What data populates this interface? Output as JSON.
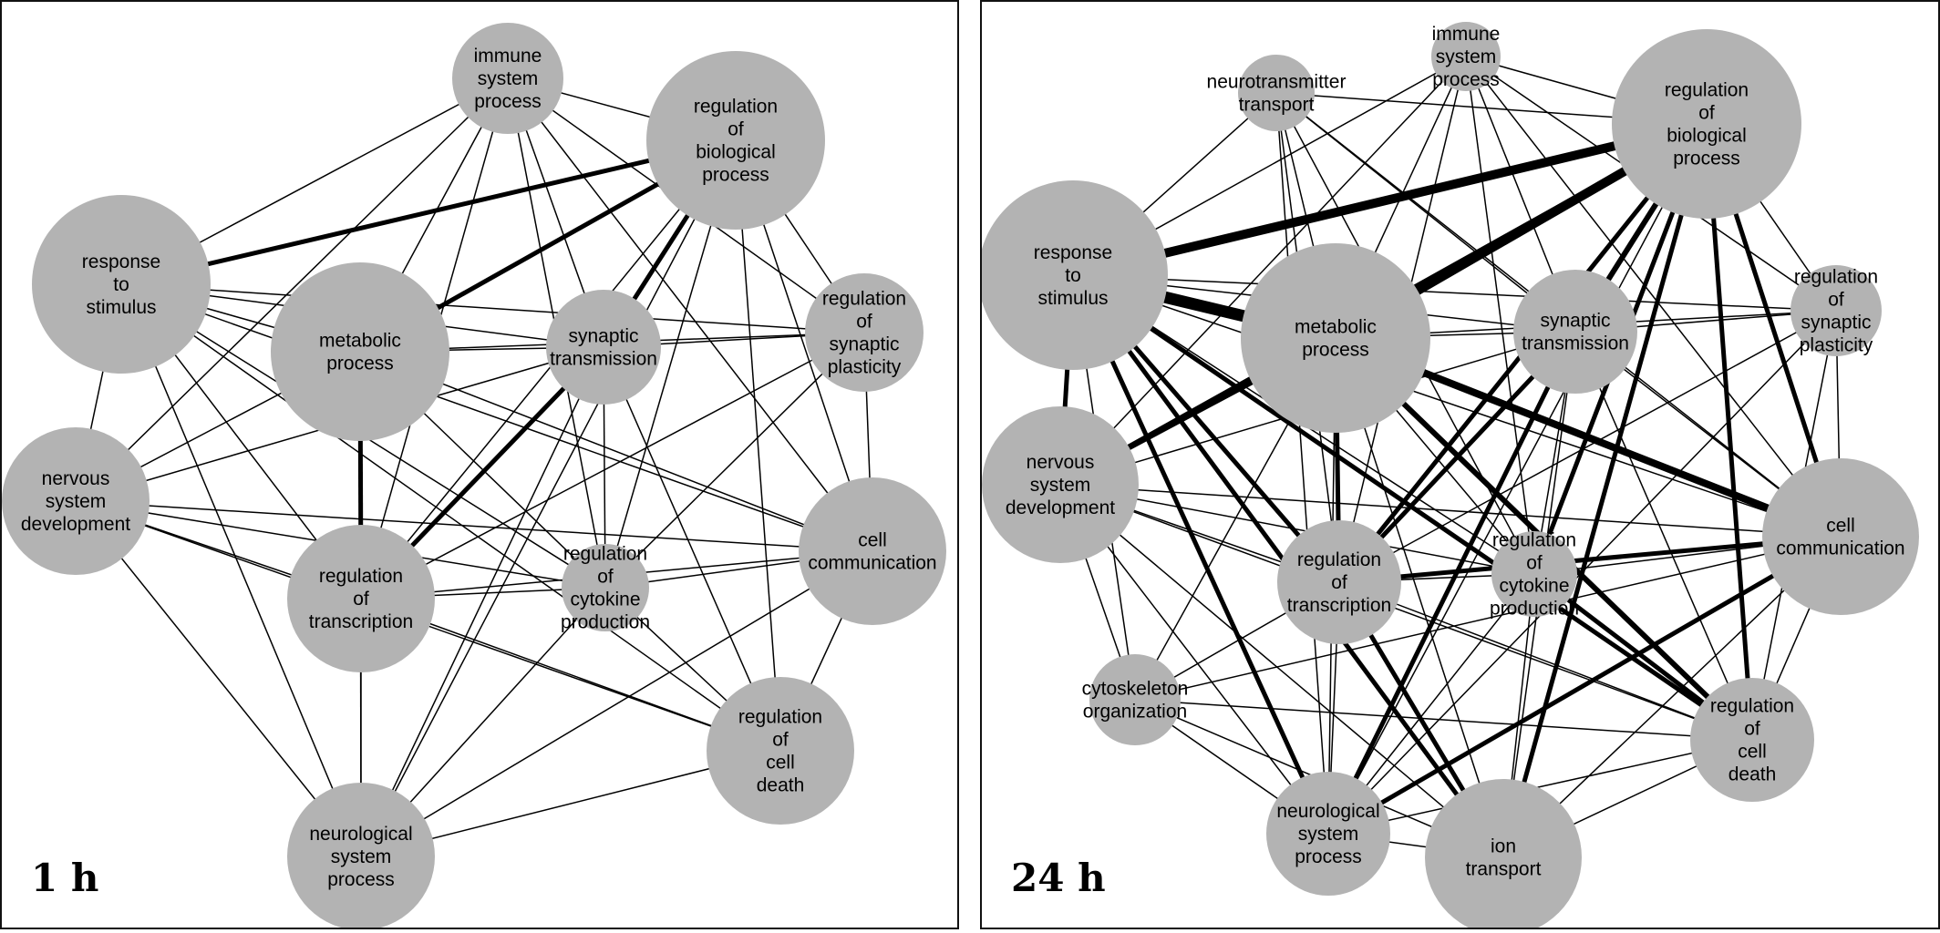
{
  "colors": {
    "node": "#b3b3b3",
    "edge": "#000000",
    "background": "#ffffff"
  },
  "panels": [
    {
      "id": "1h",
      "label": "1 h",
      "nodes": [
        {
          "id": "immune",
          "lines": [
            "immune",
            "system",
            "process"
          ]
        },
        {
          "id": "regbio",
          "lines": [
            "regulation",
            "of",
            "biological",
            "process"
          ]
        },
        {
          "id": "response",
          "lines": [
            "response",
            "to",
            "stimulus"
          ]
        },
        {
          "id": "metabolic",
          "lines": [
            "metabolic",
            "process"
          ]
        },
        {
          "id": "synaptic",
          "lines": [
            "synaptic",
            "transmission"
          ]
        },
        {
          "id": "regsyn",
          "lines": [
            "regulation",
            "of",
            "synaptic",
            "plasticity"
          ]
        },
        {
          "id": "nervous",
          "lines": [
            "nervous",
            "system",
            "development"
          ]
        },
        {
          "id": "regtrans",
          "lines": [
            "regulation",
            "of",
            "transcription"
          ]
        },
        {
          "id": "regcyto",
          "lines": [
            "regulation",
            "of",
            "cytokine",
            "production"
          ]
        },
        {
          "id": "cellcomm",
          "lines": [
            "cell",
            "communication"
          ]
        },
        {
          "id": "regdeath",
          "lines": [
            "regulation",
            "of",
            "cell",
            "death"
          ]
        },
        {
          "id": "neuro",
          "lines": [
            "neurological",
            "system",
            "process"
          ]
        }
      ]
    },
    {
      "id": "24h",
      "label": "24 h",
      "nodes": [
        {
          "id": "neurotrans",
          "lines": [
            "neurotransmitter",
            "transport"
          ]
        },
        {
          "id": "immune",
          "lines": [
            "immune",
            "system",
            "process"
          ]
        },
        {
          "id": "regbio",
          "lines": [
            "regulation",
            "of",
            "biological",
            "process"
          ]
        },
        {
          "id": "response",
          "lines": [
            "response",
            "to",
            "stimulus"
          ]
        },
        {
          "id": "metabolic",
          "lines": [
            "metabolic",
            "process"
          ]
        },
        {
          "id": "synaptic",
          "lines": [
            "synaptic",
            "transmission"
          ]
        },
        {
          "id": "regsyn",
          "lines": [
            "regulation",
            "of",
            "synaptic",
            "plasticity"
          ]
        },
        {
          "id": "nervous",
          "lines": [
            "nervous",
            "system",
            "development"
          ]
        },
        {
          "id": "regtrans",
          "lines": [
            "regulation",
            "of",
            "transcription"
          ]
        },
        {
          "id": "regcyto",
          "lines": [
            "regulation",
            "of",
            "cytokine",
            "production"
          ]
        },
        {
          "id": "cellcomm",
          "lines": [
            "cell",
            "communication"
          ]
        },
        {
          "id": "cytoskel",
          "lines": [
            "cytoskeleton",
            "organization"
          ]
        },
        {
          "id": "regdeath",
          "lines": [
            "regulation",
            "of",
            "cell",
            "death"
          ]
        },
        {
          "id": "neuro",
          "lines": [
            "neurological",
            "system",
            "process"
          ]
        },
        {
          "id": "ion",
          "lines": [
            "ion",
            "transport"
          ]
        }
      ]
    }
  ]
}
